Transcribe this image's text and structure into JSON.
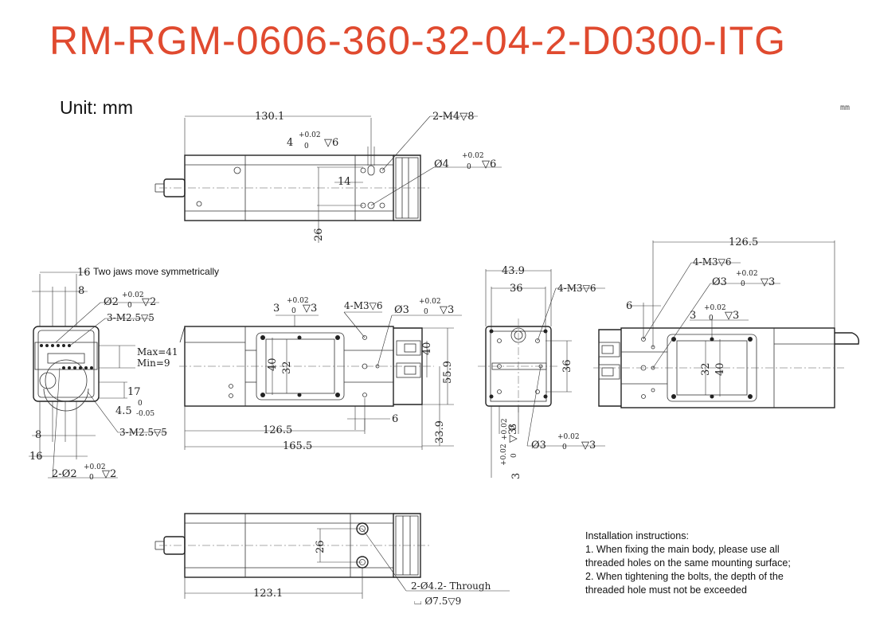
{
  "title": "RM-RGM-0606-360-32-04-2-D0300-ITG",
  "unit_label": "Unit: mm",
  "corner_unit": "mm",
  "note_jaws": "Two jaws move symmetrically",
  "installation": {
    "heading": "Installation instructions:",
    "lines": [
      "1. When fixing the main body, please use all",
      "threaded holes on the same mounting surface;",
      "2. When tightening the bolts, the depth of the",
      "threaded hole must not be exceeded"
    ]
  },
  "views": {
    "top": {
      "length": "130.1",
      "pin_hole": "4",
      "pin_tol": "+0.02",
      "pin_tol_low": "0",
      "pin_depth": "▽6",
      "thread": "2-M4▽8",
      "bore": "Ø4",
      "bore_tol": "+0.02",
      "bore_tol_low": "0",
      "bore_depth": "▽6",
      "spacing": "14",
      "height": "26"
    },
    "side": {
      "dim_16": "16",
      "dim_8": "8",
      "pin": "Ø2",
      "pin_tol": "+0.02",
      "pin_tol_low": "0",
      "pin_depth": "▽2",
      "thread_top": "3-M2.5▽5",
      "stroke_max": "Max=41",
      "stroke_min": "Min=9",
      "dim_17": "17",
      "dim_4_5": "4.5",
      "dim_4_5_tol": "0",
      "dim_4_5_tol_low": "-0.05",
      "thread_bottom": "3-M2.5▽5",
      "dim_8_b": "8",
      "dim_16_b": "16",
      "pin_b": "2-Ø2",
      "pin_b_tol": "+0.02",
      "pin_b_tol_low": "0",
      "pin_b_depth": "▽2"
    },
    "front": {
      "slot": "3",
      "slot_tol": "+0.02",
      "slot_tol_low": "0",
      "slot_depth": "▽3",
      "thread": "4-M3▽6",
      "bore": "Ø3",
      "bore_tol": "+0.02",
      "bore_tol_low": "0",
      "bore_depth": "▽3",
      "dim_40": "40",
      "dim_32": "32",
      "dim_40_r": "40",
      "dim_55_9": "55.9",
      "dim_6": "6",
      "dim_126_5": "126.5",
      "dim_165_5": "165.5",
      "dim_33_9": "33.9"
    },
    "end": {
      "width": "43.9",
      "inner": "36",
      "thread": "4-M3▽6",
      "height": "36",
      "slot": "3",
      "slot_tol": "+0.02",
      "slot_tol_low": "0",
      "slot_depth": "▽3",
      "bore": "Ø3",
      "bore_tol": "+0.02",
      "bore_tol_low": "0",
      "bore_depth": "▽3",
      "dim_3": "3",
      "dim_3_tol": "+0.02",
      "dim_3_tol_low": "0"
    },
    "right": {
      "length": "126.5",
      "thread": "4-M3▽6",
      "bore": "Ø3",
      "bore_tol": "+0.02",
      "bore_tol_low": "0",
      "bore_depth": "▽3",
      "dim_6": "6",
      "slot": "3",
      "slot_tol": "+0.02",
      "slot_tol_low": "0",
      "slot_depth": "▽3",
      "dim_32": "32",
      "dim_40": "40"
    },
    "bottom": {
      "height": "26",
      "length": "123.1",
      "through": "2-Ø4.2- Through",
      "counterbore": "⌴ Ø7.5▽9"
    }
  }
}
